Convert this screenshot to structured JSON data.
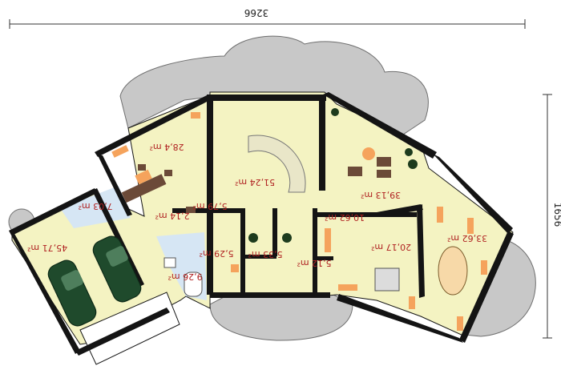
{
  "dimensions": {
    "width_label": "3266",
    "height_label": "1656"
  },
  "rooms": [
    {
      "id": "hall",
      "area": "51,24 m²"
    },
    {
      "id": "living",
      "area": "39,13 m²"
    },
    {
      "id": "room-left",
      "area": "28,4 m²"
    },
    {
      "id": "garage",
      "area": "45,71 m²"
    },
    {
      "id": "dining",
      "area": "33,62 m²"
    },
    {
      "id": "kitchen",
      "area": "20,17 m²"
    },
    {
      "id": "corridor-right",
      "area": "10,62 m²"
    },
    {
      "id": "boiler",
      "area": "7,03 m²"
    },
    {
      "id": "hall-small",
      "area": "5,79 m²"
    },
    {
      "id": "vestibule",
      "area": "2,14 m²"
    },
    {
      "id": "wardrobe",
      "area": "5,29 m²"
    },
    {
      "id": "entry",
      "area": "5,33 m²"
    },
    {
      "id": "pantry",
      "area": "5,12 m²"
    },
    {
      "id": "bathroom",
      "area": "9,26 m²"
    }
  ],
  "colors": {
    "floor": "#f4f3c2",
    "wall": "#141414",
    "terrace": "#c8c8c8",
    "furniture_accent": "#f5a35c",
    "area_text": "#b02222"
  }
}
